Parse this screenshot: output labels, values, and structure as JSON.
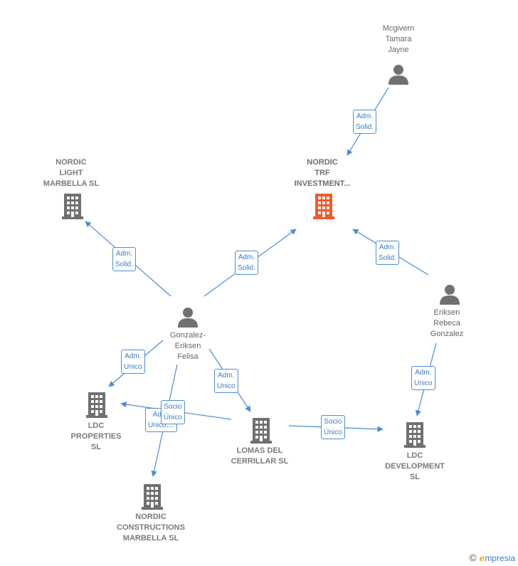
{
  "nodes": {
    "mcgivern": {
      "label": "Mcgivern\nTamara\nJayne",
      "type": "person"
    },
    "nordic_trf": {
      "label": "NORDIC\nTRF\nINVESTMENT...",
      "type": "company-focus"
    },
    "nordic_light": {
      "label": "NORDIC\nLIGHT\nMARBELLA  SL",
      "type": "company"
    },
    "gonzalez": {
      "label": "Gonzalez-\nEriksen\nFelisa",
      "type": "person"
    },
    "eriksen": {
      "label": "Eriksen\nRebeca\nGonzalez",
      "type": "person"
    },
    "ldc_properties": {
      "label": "LDC\nPROPERTIES\nSL",
      "type": "company"
    },
    "lomas": {
      "label": "LOMAS DEL\nCERRILLAR SL",
      "type": "company"
    },
    "ldc_development": {
      "label": "LDC\nDEVELOPMENT\nSL",
      "type": "company"
    },
    "nordic_constructions": {
      "label": "NORDIC\nCONSTRUCTIONS\nMARBELLA  SL",
      "type": "company"
    }
  },
  "edges": [
    {
      "from": "mcgivern",
      "to": "nordic_trf",
      "label": "Adm.\nSolid."
    },
    {
      "from": "gonzalez",
      "to": "nordic_light",
      "label": "Adm.\nSolid."
    },
    {
      "from": "gonzalez",
      "to": "nordic_trf",
      "label": "Adm.\nSolid."
    },
    {
      "from": "eriksen",
      "to": "nordic_trf",
      "label": "Adm.\nSolid."
    },
    {
      "from": "gonzalez",
      "to": "ldc_properties",
      "label": "Adm.\nUnico"
    },
    {
      "from": "gonzalez",
      "to": "lomas",
      "label": "Adm.\nUnico"
    },
    {
      "from": "gonzalez",
      "to": "nordic_constructions",
      "label": "Adm.\nUnico,..."
    },
    {
      "from": "lomas",
      "to": "ldc_properties",
      "label": "Socio\nÚnico"
    },
    {
      "from": "lomas",
      "to": "ldc_development",
      "label": "Socio\nÚnico"
    },
    {
      "from": "eriksen",
      "to": "ldc_development",
      "label": "Adm.\nUnico"
    }
  ],
  "colors": {
    "edge": "#4a8ed6",
    "company": "#707070",
    "focus": "#f05a28",
    "person": "#707070"
  },
  "watermark": {
    "copyright": "©",
    "brand_initial": "e",
    "brand_rest": "mpresia"
  }
}
